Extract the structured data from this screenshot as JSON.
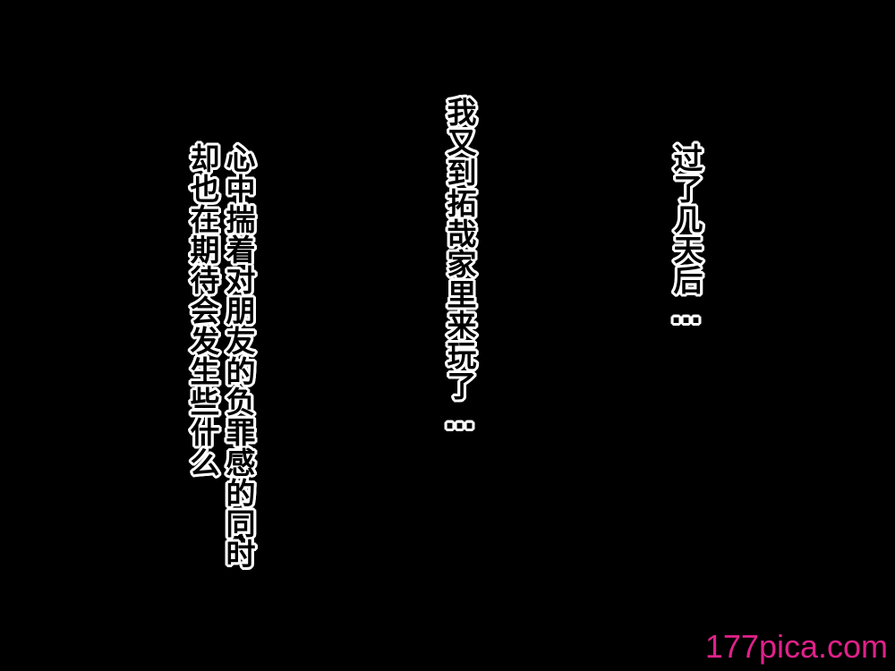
{
  "panel": {
    "narration_1": "过了几天后…",
    "narration_2": "我又到拓哉家里来玩了…",
    "narration_3a": "心中揣着对朋友的负罪感的同时",
    "narration_3b": "却也在期待会发生些什么"
  },
  "watermark": {
    "text": "177pica.com",
    "color": "#e0218a"
  },
  "colors": {
    "background": "#000000",
    "text_outline": "#ffffff",
    "text_fill": "#000000"
  }
}
